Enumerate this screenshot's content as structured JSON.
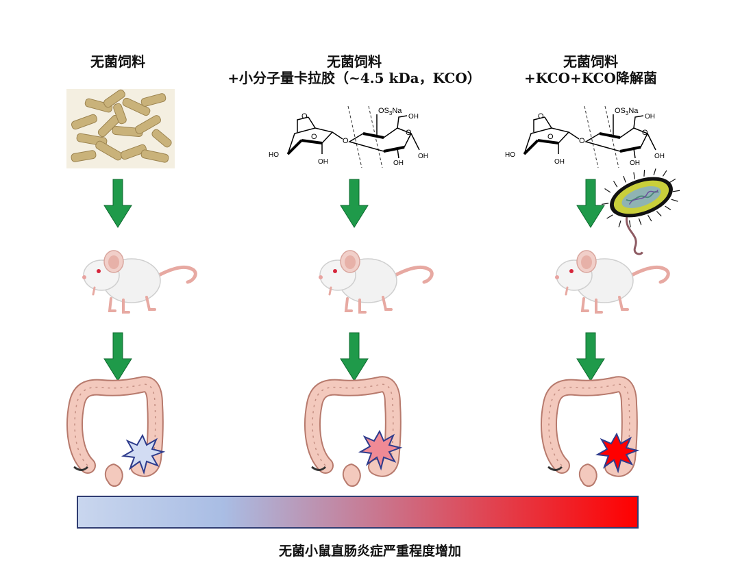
{
  "columns": [
    {
      "line1": "无菌饲料",
      "line2": ""
    },
    {
      "line1": "无菌饲料",
      "line2": "+小分子量卡拉胶（~4.5 kDa，KCO）"
    },
    {
      "line1": "无菌饲料",
      "line2": "+KCO+KCO降解菌"
    }
  ],
  "chem": {
    "sulfate": "OS₃Na",
    "ring_o": "O",
    "oh": "OH",
    "ho": "HO"
  },
  "severity": {
    "label": "无菌小鼠直肠炎症严重程度增加",
    "colors": {
      "start": "#c9d6ee",
      "mid": "#a9bde4",
      "end": "#ff0000"
    },
    "burst_colors": [
      "#d2dcf3",
      "#f08a95",
      "#ff0000"
    ]
  },
  "arrow_color": "#1f9a4a"
}
